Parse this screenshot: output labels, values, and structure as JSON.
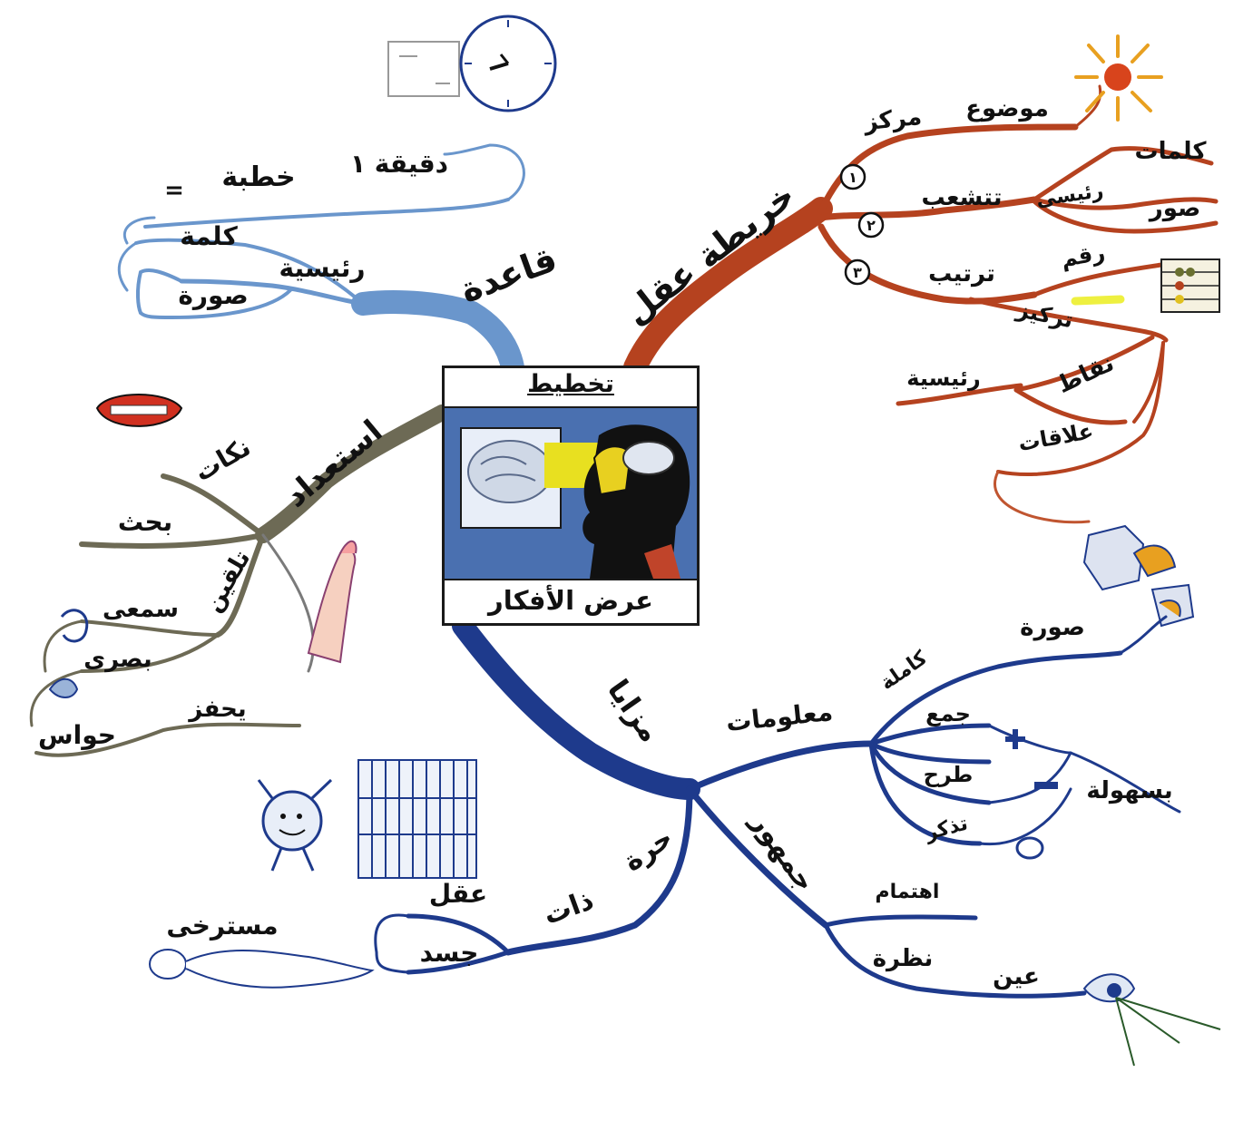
{
  "center": {
    "title": "تخطيط",
    "subtitle": "عرض الأفكار"
  },
  "branches": {
    "mind_map": {
      "label": "خريطة عقل",
      "color": "#b5421f",
      "items": {
        "n1": "١",
        "n2": "٢",
        "n3": "٣",
        "center": "مركز",
        "topic": "موضوع",
        "branching": "تتشعب",
        "main": "رئيسى",
        "words": "كلمات",
        "images": "صور",
        "order": "ترتيب",
        "number": "رقم",
        "focus": "تركيز",
        "points": "نقاط",
        "main_points": "رئيسية",
        "relations": "علاقات"
      }
    },
    "rule": {
      "label": "قاعدة",
      "color": "#6a96cc",
      "items": {
        "minute": "دقيقة ١",
        "speech": "خطبة",
        "equals": "=",
        "word": "كلمة",
        "main": "رئيسية",
        "image": "صورة"
      }
    },
    "prep": {
      "label": "استعداد",
      "color": "#6d6a55",
      "items": {
        "jokes": "نكات",
        "research": "بحث",
        "rehearse": "تلقين",
        "auditory": "سمعى",
        "visual": "بصرى",
        "motivate": "يحفز",
        "senses": "حواس"
      }
    },
    "benefits": {
      "label": "مزايا",
      "color": "#1e3a8c",
      "items": {
        "info": "معلومات",
        "complete": "كاملة",
        "image": "صورة",
        "add": "جمع",
        "subtract": "طرح",
        "remember": "تذكر",
        "easily": "بسهولة",
        "audience": "جمهور",
        "interest": "اهتمام",
        "look": "نظرة",
        "eye": "عين",
        "free": "حرة",
        "self": "ذات",
        "mind": "عقل",
        "body": "جسد",
        "relaxed": "مسترخى"
      }
    }
  }
}
